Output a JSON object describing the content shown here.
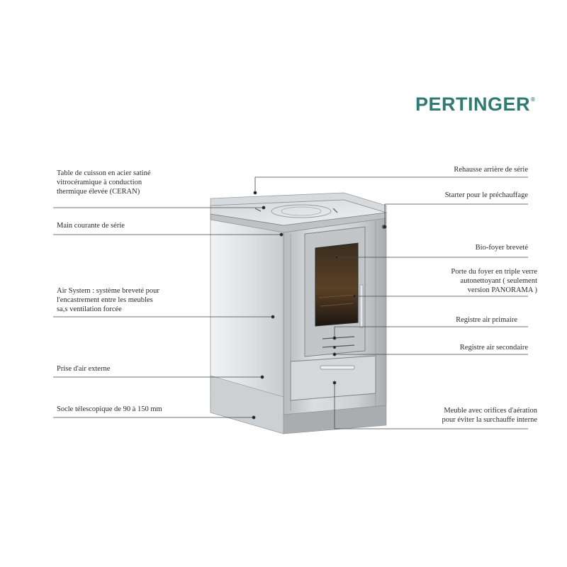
{
  "brand": {
    "logo_text": "PERTINGER",
    "trademark": "®",
    "logo_color": "#2f7a72"
  },
  "labels_left": [
    "Table de cuisson en acier satiné\nvitrocéramique à conduction\nthermique élevée (CERAN)",
    "Main courante de série",
    "Air System : système breveté pour\nl'encastrement entre les meubles\nsa,s ventilation forcée",
    "Prise d'air externe",
    "Socle télescopique de 90 à 150 mm"
  ],
  "labels_right": [
    "Rehausse arrière de série",
    "Starter pour le préchauffage",
    "Bio-foyer breveté",
    "Porte du foyer en triple verre\nautonettoyant ( seulement\nversion PANORAMA )",
    "Registre air primaire",
    "Registre air secondaire",
    "Meuble avec orifices d'aération\npour éviter la surchauffe interne"
  ],
  "colors": {
    "steel_light": "#e6e8ea",
    "steel_mid": "#c7cacd",
    "steel_dark": "#9ea2a6",
    "glass": "#2b2116",
    "leader_line": "#444444"
  }
}
